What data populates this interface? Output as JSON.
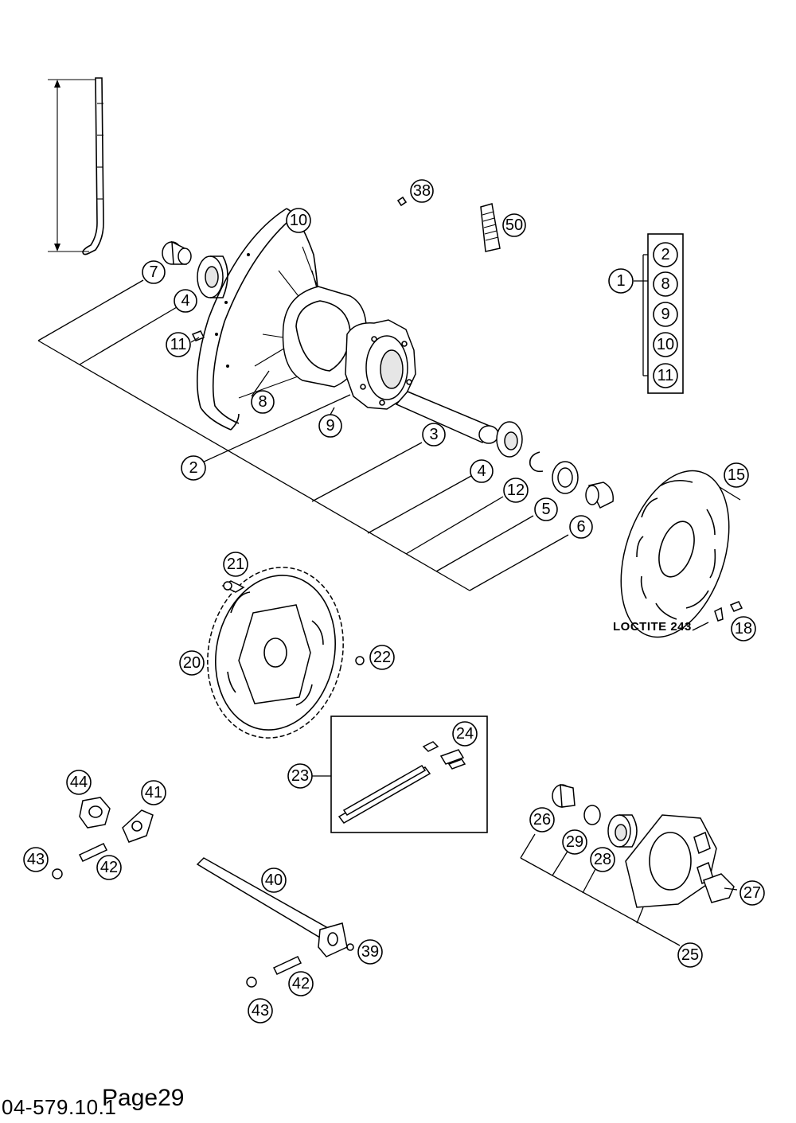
{
  "callouts": {
    "c38": "38",
    "c50": "50",
    "c10a": "10",
    "c7": "7",
    "c4a": "4",
    "c11a": "11",
    "c8a": "8",
    "c9a": "9",
    "c2a": "2",
    "c3": "3",
    "c4b": "4",
    "c12": "12",
    "c5": "5",
    "c6": "6",
    "c15": "15",
    "c18": "18",
    "c1": "1",
    "c2b": "2",
    "c8b": "8",
    "c9b": "9",
    "c10b": "10",
    "c11b": "11",
    "c21": "21",
    "c20": "20",
    "c22": "22",
    "c24": "24",
    "c23": "23",
    "c44": "44",
    "c41": "41",
    "c43a": "43",
    "c42a": "42",
    "c40": "40",
    "c39": "39",
    "c42b": "42",
    "c43b": "43",
    "c26": "26",
    "c29": "29",
    "c28": "28",
    "c27": "27",
    "c25": "25"
  },
  "loctite_label": "LOCTITE 243",
  "footer": {
    "code": "04-579.10.1",
    "page": "Page29"
  }
}
